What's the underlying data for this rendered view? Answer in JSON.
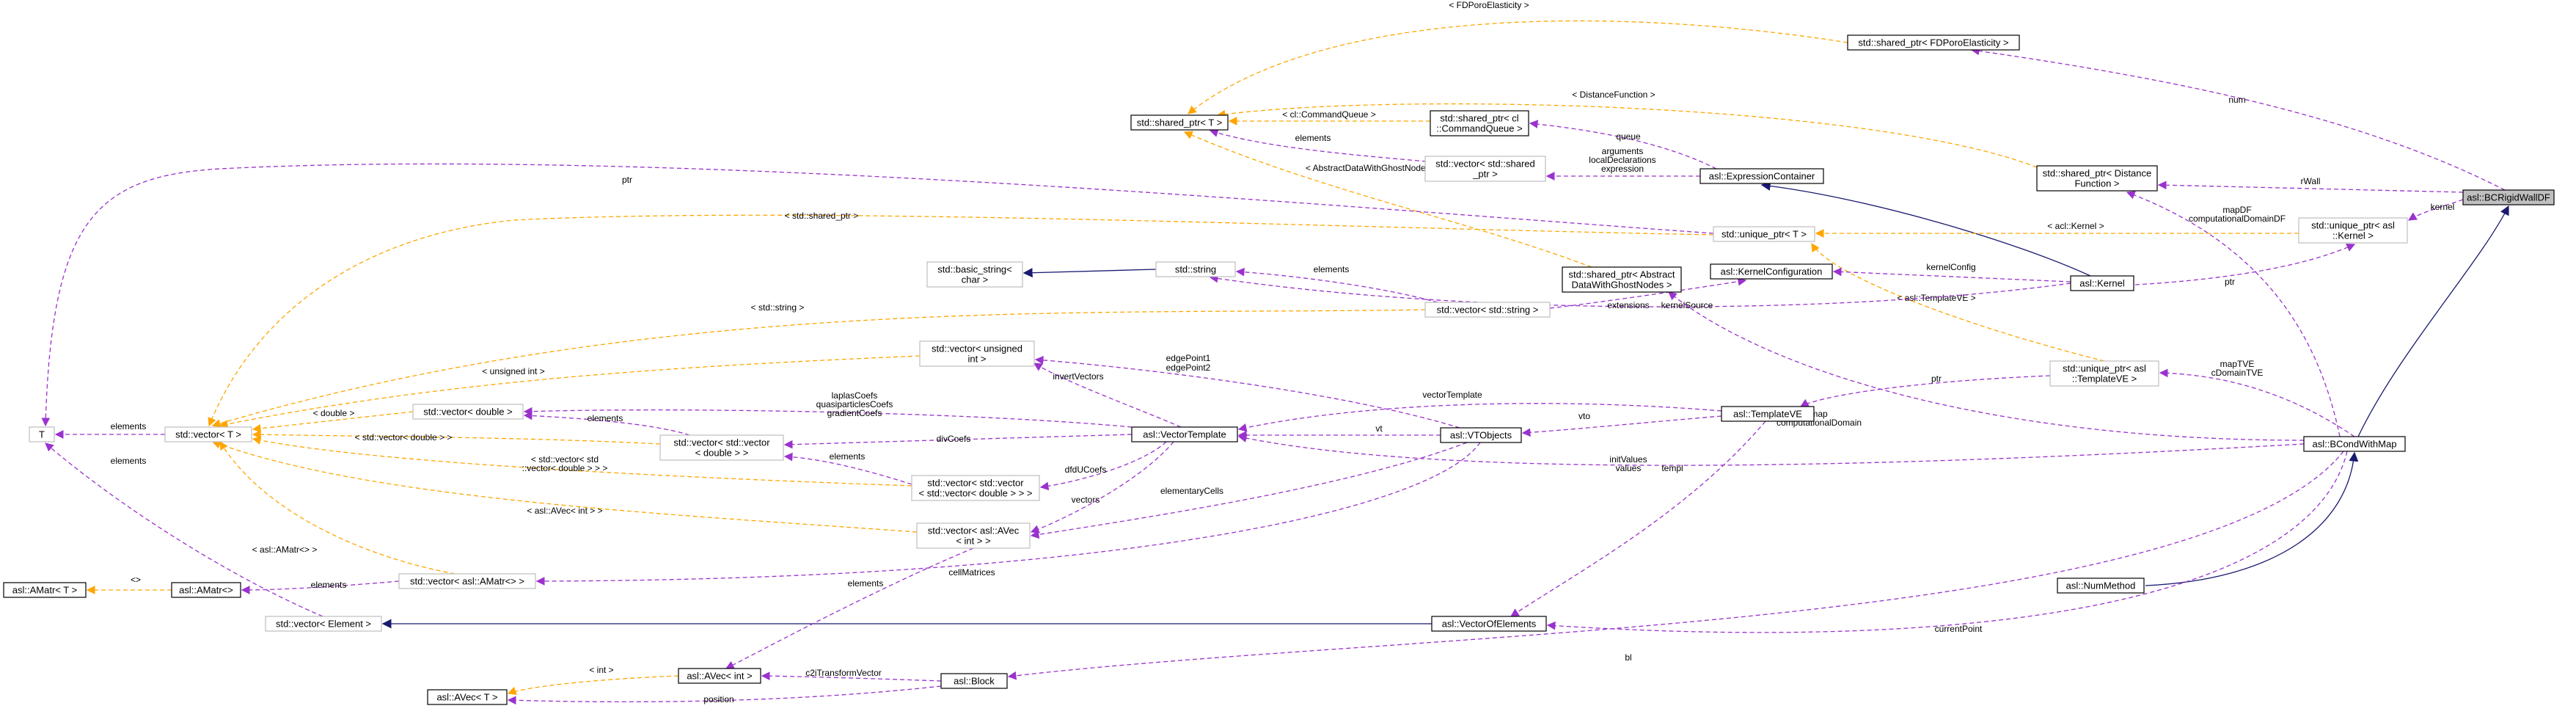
{
  "colors": {
    "usage": "#9a32cd",
    "template": "#ffa500",
    "inherit": "#191970",
    "focus_fill": "#bfbfbf",
    "border_dark": "#000000",
    "border_light": "#bfbfbf"
  },
  "nodes": [
    {
      "id": "bcrigidwalldf",
      "lines": [
        "asl::BCRigidWallDF"
      ],
      "style": "focus"
    },
    {
      "id": "shared_fdporo",
      "lines": [
        "std::shared_ptr< FDPoroElasticity >"
      ],
      "style": "dark"
    },
    {
      "id": "shared_t",
      "lines": [
        "std::shared_ptr< T >"
      ],
      "style": "dark"
    },
    {
      "id": "shared_cmdq",
      "lines": [
        "std::shared_ptr< cl",
        "::CommandQueue >"
      ],
      "style": "dark"
    },
    {
      "id": "vec_shared",
      "lines": [
        "std::vector< std::shared",
        "_ptr >"
      ],
      "style": "light"
    },
    {
      "id": "exprcontainer",
      "lines": [
        "asl::ExpressionContainer"
      ],
      "style": "dark"
    },
    {
      "id": "shared_distfun",
      "lines": [
        "std::shared_ptr< Distance",
        "Function >"
      ],
      "style": "dark"
    },
    {
      "id": "unique_t",
      "lines": [
        "std::unique_ptr< T >"
      ],
      "style": "light"
    },
    {
      "id": "unique_kernel",
      "lines": [
        "std::unique_ptr< asl",
        "::Kernel >"
      ],
      "style": "light"
    },
    {
      "id": "basic_string",
      "lines": [
        "std::basic_string<",
        "char >"
      ],
      "style": "light"
    },
    {
      "id": "std_string",
      "lines": [
        "std::string"
      ],
      "style": "light"
    },
    {
      "id": "shared_abstract",
      "lines": [
        "std::shared_ptr< Abstract",
        "DataWithGhostNodes >"
      ],
      "style": "dark"
    },
    {
      "id": "kernelconfig",
      "lines": [
        "asl::KernelConfiguration"
      ],
      "style": "dark"
    },
    {
      "id": "kernel",
      "lines": [
        "asl::Kernel"
      ],
      "style": "dark"
    },
    {
      "id": "vec_string",
      "lines": [
        "std::vector< std::string >"
      ],
      "style": "light"
    },
    {
      "id": "vec_unsigned",
      "lines": [
        "std::vector< unsigned",
        "int >"
      ],
      "style": "light"
    },
    {
      "id": "unique_templateve",
      "lines": [
        "std::unique_ptr< asl",
        "::TemplateVE >"
      ],
      "style": "light"
    },
    {
      "id": "T",
      "lines": [
        "T"
      ],
      "style": "light"
    },
    {
      "id": "vec_t",
      "lines": [
        "std::vector< T >"
      ],
      "style": "light"
    },
    {
      "id": "vec_double",
      "lines": [
        "std::vector< double >"
      ],
      "style": "light"
    },
    {
      "id": "vec_vec_double",
      "lines": [
        "std::vector< std::vector",
        "< double > >"
      ],
      "style": "light"
    },
    {
      "id": "vectortemplate",
      "lines": [
        "asl::VectorTemplate"
      ],
      "style": "dark"
    },
    {
      "id": "vtobjects",
      "lines": [
        "asl::VTObjects"
      ],
      "style": "dark"
    },
    {
      "id": "templateve",
      "lines": [
        "asl::TemplateVE"
      ],
      "style": "dark"
    },
    {
      "id": "bcondwithmap",
      "lines": [
        "asl::BCondWithMap"
      ],
      "style": "dark"
    },
    {
      "id": "vec_vec_vec",
      "lines": [
        "std::vector< std::vector",
        "< std::vector< double > > >"
      ],
      "style": "light"
    },
    {
      "id": "vec_avec",
      "lines": [
        "std::vector< asl::AVec",
        "< int > >"
      ],
      "style": "light"
    },
    {
      "id": "numethod",
      "lines": [
        "asl::NumMethod"
      ],
      "style": "dark"
    },
    {
      "id": "amatr_t",
      "lines": [
        "asl::AMatr< T >"
      ],
      "style": "dark"
    },
    {
      "id": "amatr",
      "lines": [
        "asl::AMatr<>"
      ],
      "style": "dark"
    },
    {
      "id": "vec_amatr",
      "lines": [
        "std::vector< asl::AMatr<> >"
      ],
      "style": "light"
    },
    {
      "id": "vec_element",
      "lines": [
        "std::vector< Element >"
      ],
      "style": "light"
    },
    {
      "id": "vectorofelements",
      "lines": [
        "asl::VectorOfElements"
      ],
      "style": "dark"
    },
    {
      "id": "avec_int",
      "lines": [
        "asl::AVec< int >"
      ],
      "style": "dark"
    },
    {
      "id": "block",
      "lines": [
        "asl::Block"
      ],
      "style": "dark"
    },
    {
      "id": "avec_t",
      "lines": [
        "asl::AVec< T >"
      ],
      "style": "dark"
    }
  ],
  "edges": [
    {
      "id": "e_fdporo_bc",
      "kind": "usage",
      "labels": [
        "num"
      ]
    },
    {
      "id": "e_t_fdporo",
      "kind": "template",
      "labels": [
        "< FDPoroElasticity >"
      ]
    },
    {
      "id": "e_t_distfun",
      "kind": "template",
      "labels": [
        "< DistanceFunction >"
      ]
    },
    {
      "id": "e_t_cmdq",
      "kind": "template",
      "labels": [
        "< cl::CommandQueue >"
      ]
    },
    {
      "id": "e_t_vecshared",
      "kind": "usage",
      "labels": [
        "elements"
      ]
    },
    {
      "id": "e_cmdq_expr",
      "kind": "usage",
      "labels": [
        "queue"
      ]
    },
    {
      "id": "e_vecshared_expr",
      "kind": "usage",
      "labels": [
        "arguments",
        "localDeclarations",
        "expression"
      ]
    },
    {
      "id": "e_expr_kernel",
      "kind": "inherit",
      "labels": []
    },
    {
      "id": "e_distfun_bc",
      "kind": "usage",
      "labels": [
        "rWall"
      ]
    },
    {
      "id": "e_distfun_bcondmap",
      "kind": "usage",
      "labels": [
        "mapDF",
        "computationalDomainDF"
      ]
    },
    {
      "id": "e_t_abstract",
      "kind": "template",
      "labels": [
        "< AbstractDataWithGhostNodes >"
      ]
    },
    {
      "id": "e_t_vect_ptr",
      "kind": "usage",
      "labels": [
        "ptr"
      ]
    },
    {
      "id": "e_uniquet_vect",
      "kind": "template",
      "labels": [
        "< std::shared_ptr >"
      ]
    },
    {
      "id": "e_uniquet_kernel",
      "kind": "template",
      "labels": [
        "< acl::Kernel >"
      ]
    },
    {
      "id": "e_uniquekernel_bc",
      "kind": "usage",
      "labels": [
        "kernel"
      ]
    },
    {
      "id": "e_kernel_uniquekernel",
      "kind": "usage",
      "labels": [
        "ptr"
      ]
    },
    {
      "id": "e_uniquet_templve",
      "kind": "template",
      "labels": [
        "< asl::TemplateVE >"
      ]
    },
    {
      "id": "e_basic_string",
      "kind": "inherit",
      "labels": []
    },
    {
      "id": "e_string_vecstring",
      "kind": "usage",
      "labels": [
        "elements"
      ]
    },
    {
      "id": "e_string_kernel",
      "kind": "usage",
      "labels": [
        "kernelSource"
      ]
    },
    {
      "id": "e_kconfig_kernel",
      "kind": "usage",
      "labels": [
        "kernelConfig"
      ]
    },
    {
      "id": "e_vecstring_kconfig",
      "kind": "usage",
      "labels": [
        "extensions"
      ]
    },
    {
      "id": "e_vect_vecstring",
      "kind": "template",
      "labels": [
        "< std::string >"
      ]
    },
    {
      "id": "e_vect_vecunsigned",
      "kind": "template",
      "labels": [
        "< unsigned int >"
      ]
    },
    {
      "id": "e_vecunsigned_vtemplate",
      "kind": "usage",
      "labels": [
        "invertVectors"
      ]
    },
    {
      "id": "e_vecunsigned_vtobjects",
      "kind": "usage",
      "labels": [
        "edgePoint1",
        "edgePoint2"
      ]
    },
    {
      "id": "e_T_vect",
      "kind": "usage",
      "labels": [
        "elements"
      ]
    },
    {
      "id": "e_vect_vecdouble",
      "kind": "template",
      "labels": [
        "< double >"
      ]
    },
    {
      "id": "e_vect_vecvecdouble",
      "kind": "template",
      "labels": [
        "< std::vector< double > >"
      ]
    },
    {
      "id": "e_vect_vecvecvec",
      "kind": "template",
      "labels": [
        "< std::vector< std",
        "::vector< double > > >"
      ]
    },
    {
      "id": "e_vect_vecavec",
      "kind": "template",
      "labels": [
        "< asl::AVec< int > >"
      ]
    },
    {
      "id": "e_vect_vecamatr",
      "kind": "template",
      "labels": [
        "< asl::AMatr<> >"
      ]
    },
    {
      "id": "e_vecdouble_vtemplate",
      "kind": "usage",
      "labels": [
        "laplasCoefs",
        "quasiparticlesCoefs",
        "gradientCoefs"
      ]
    },
    {
      "id": "e_vecdouble_vecvecdouble",
      "kind": "usage",
      "labels": [
        "elements"
      ]
    },
    {
      "id": "e_vecvecdouble_vtemplate",
      "kind": "usage",
      "labels": [
        "divCoefs"
      ]
    },
    {
      "id": "e_vecvecdouble_vecvecvec",
      "kind": "usage",
      "labels": [
        "elements"
      ]
    },
    {
      "id": "e_vecvecvec_vtemplate",
      "kind": "usage",
      "labels": [
        "dfdUCoefs"
      ]
    },
    {
      "id": "e_vecavec_vtemplate",
      "kind": "usage",
      "labels": [
        "vectors"
      ]
    },
    {
      "id": "e_vtemplate_vtobjects",
      "kind": "usage",
      "labels": [
        "vt"
      ]
    },
    {
      "id": "e_vtemplate_templve",
      "kind": "usage",
      "labels": [
        "vectorTemplate"
      ]
    },
    {
      "id": "e_vtobjects_templve",
      "kind": "usage",
      "labels": [
        "vto"
      ]
    },
    {
      "id": "e_vtemplate_bcondmap",
      "kind": "usage",
      "labels": [
        "templ"
      ]
    },
    {
      "id": "e_templve_uniquetemplve",
      "kind": "usage",
      "labels": [
        "ptr"
      ]
    },
    {
      "id": "e_uniquetemplve_bcondmap",
      "kind": "usage",
      "labels": [
        "mapTVE",
        "cDomainTVE"
      ]
    },
    {
      "id": "e_abstract_bcondmap",
      "kind": "usage",
      "labels": [
        "map",
        "computationalDomain"
      ]
    },
    {
      "id": "e_bcondmap_bc",
      "kind": "inherit",
      "labels": []
    },
    {
      "id": "e_numethod_bcondmap",
      "kind": "inherit",
      "labels": []
    },
    {
      "id": "e_vecavec_vtobjects",
      "kind": "usage",
      "labels": [
        "elementaryCells"
      ]
    },
    {
      "id": "e_vecamatr_vtobjects",
      "kind": "usage",
      "labels": [
        "cellMatrices"
      ]
    },
    {
      "id": "e_amatrt_amatr",
      "kind": "template",
      "labels": [
        "<>"
      ]
    },
    {
      "id": "e_amatr_vecamatr",
      "kind": "usage",
      "labels": [
        "elements"
      ]
    },
    {
      "id": "e_T_vecelement",
      "kind": "usage",
      "labels": [
        "elements"
      ]
    },
    {
      "id": "e_vecelement_voe",
      "kind": "inherit",
      "labels": []
    },
    {
      "id": "e_voe_templve",
      "kind": "usage",
      "labels": [
        "initValues",
        "values"
      ]
    },
    {
      "id": "e_voe_bcondmap",
      "kind": "usage",
      "labels": [
        "currentPoint"
      ]
    },
    {
      "id": "e_avecint_vecavec",
      "kind": "usage",
      "labels": [
        "elements"
      ]
    },
    {
      "id": "e_avecint_block",
      "kind": "usage",
      "labels": [
        "c2iTransformVector"
      ]
    },
    {
      "id": "e_avect_avecint",
      "kind": "template",
      "labels": [
        "< int >"
      ]
    },
    {
      "id": "e_avect_block",
      "kind": "usage",
      "labels": [
        "position"
      ]
    },
    {
      "id": "e_block_bcondmap",
      "kind": "usage",
      "labels": [
        "bl"
      ]
    }
  ]
}
